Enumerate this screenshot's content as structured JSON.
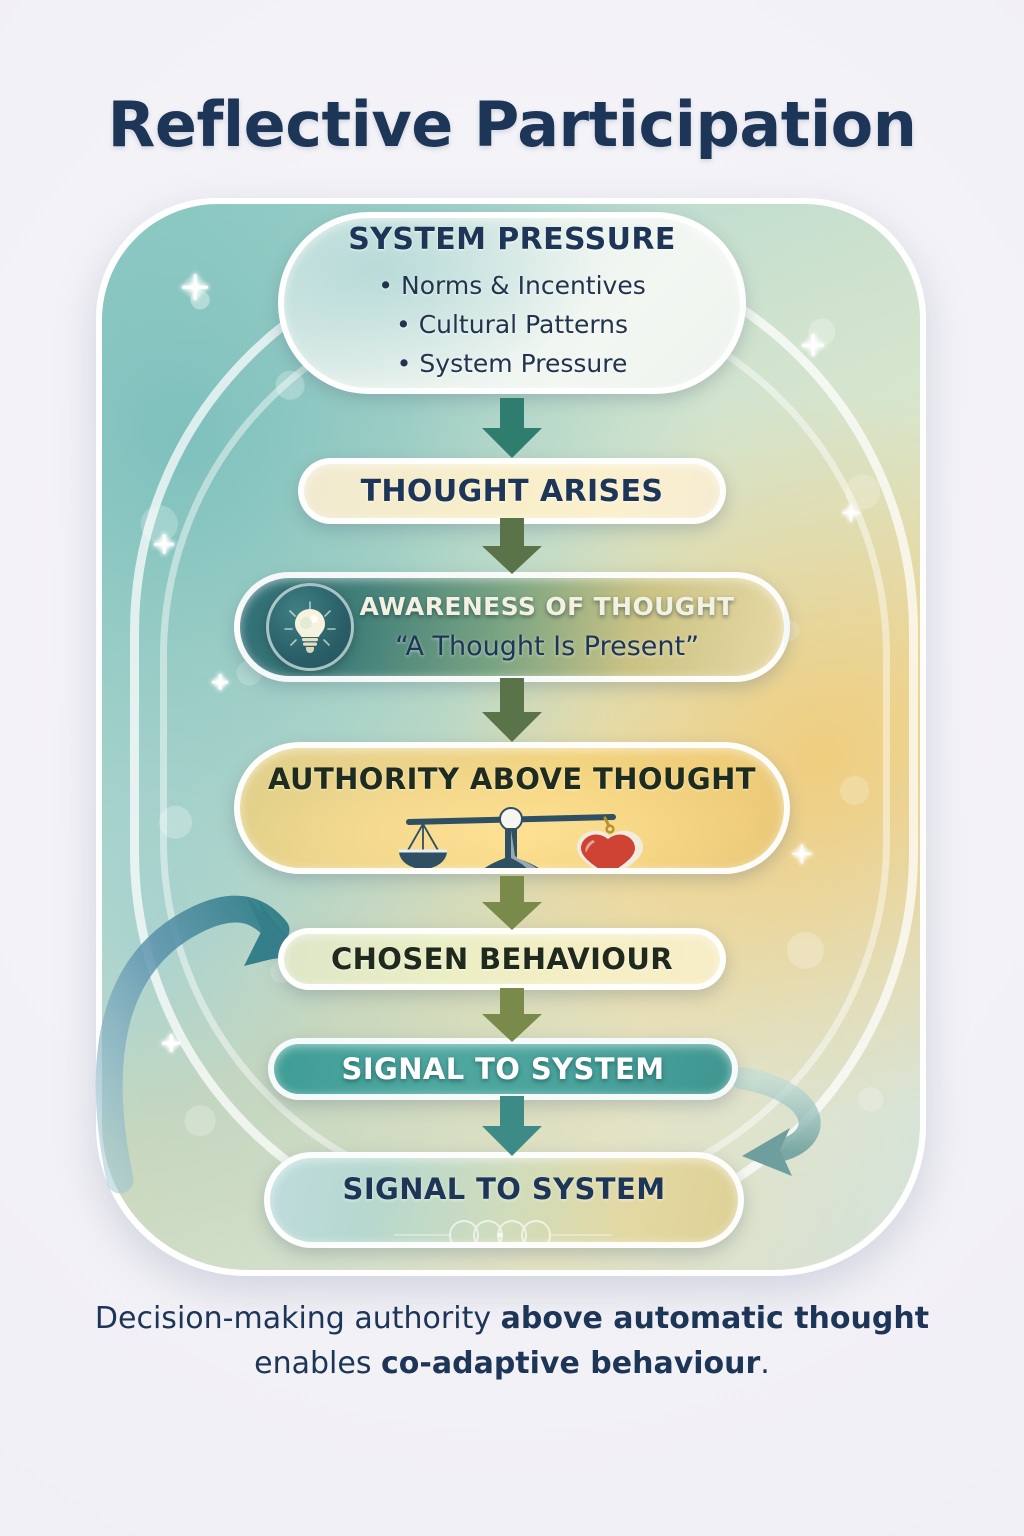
{
  "title": "Reflective Participation",
  "colors": {
    "title": "#1d3557",
    "teal_arrow": "#2e7d6e",
    "olive_arrow": "#5a7348",
    "signal_teal": "#3f9c96",
    "heart_red": "#cf4334",
    "scale_navy": "#2f4f63",
    "background": "#f2f1f6"
  },
  "flow": {
    "nodes": [
      {
        "id": "system-pressure",
        "heading": "SYSTEM PRESSURE",
        "bullets": [
          "Norms & Incentives",
          "Cultural Patterns",
          "System Pressure"
        ]
      },
      {
        "id": "thought-arises",
        "heading": "THOUGHT ARISES"
      },
      {
        "id": "awareness-of-thought",
        "heading": "AWARENESS OF THOUGHT",
        "subtitle": "“A Thought Is Present”",
        "icon": "lightbulb-icon"
      },
      {
        "id": "authority-above-thought",
        "heading": "AUTHORITY ABOVE THOUGHT",
        "icon": "balance-scale-heart-icon"
      },
      {
        "id": "chosen-behaviour",
        "heading": "CHOSEN BEHAVIOUR"
      },
      {
        "id": "signal-to-system-1",
        "heading": "SIGNAL TO SYSTEM"
      },
      {
        "id": "signal-to-system-2",
        "heading": "SIGNAL TO SYSTEM",
        "icon": "interlocking-rings-icon"
      }
    ],
    "connectors": [
      {
        "id": "arrow-1",
        "from": "system-pressure",
        "to": "thought-arises",
        "style": "straight-down",
        "color": "#2e7d6e"
      },
      {
        "id": "arrow-2",
        "from": "thought-arises",
        "to": "awareness-of-thought",
        "style": "straight-down",
        "color": "#5a7348"
      },
      {
        "id": "arrow-3",
        "from": "awareness-of-thought",
        "to": "authority-above-thought",
        "style": "straight-down",
        "color": "#5a7348"
      },
      {
        "id": "arrow-4",
        "from": "authority-above-thought",
        "to": "chosen-behaviour",
        "style": "straight-down",
        "color": "#7a8a4a"
      },
      {
        "id": "arrow-5",
        "from": "chosen-behaviour",
        "to": "signal-to-system-1",
        "style": "straight-down",
        "color": "#7a8a4a"
      },
      {
        "id": "arrow-6",
        "from": "signal-to-system-1",
        "to": "signal-to-system-2",
        "style": "straight-down",
        "color": "#3d8b86"
      },
      {
        "id": "feedback-left",
        "from": "signal-to-system-2",
        "to": "chosen-behaviour",
        "style": "curved-left-loop",
        "color": "#3d7f8e"
      },
      {
        "id": "feedback-right",
        "from": "signal-to-system-1",
        "to": "signal-to-system-2",
        "style": "curved-right-loop",
        "color": "#6fa0a0"
      }
    ]
  },
  "caption": {
    "line1_plain": "Decision-making authority ",
    "line1_bold": "above automatic thought",
    "line2_plain": "enables ",
    "line2_bold": "co-adaptive behaviour",
    "line2_tail": "."
  }
}
